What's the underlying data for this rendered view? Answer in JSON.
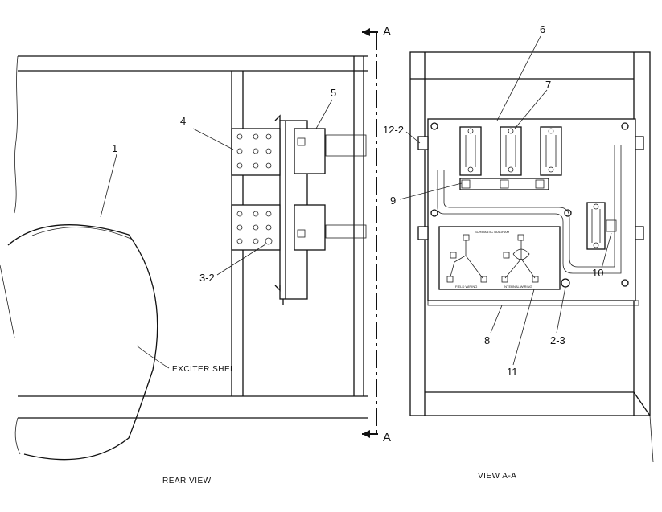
{
  "labels": {
    "section_top": "A",
    "section_bottom": "A",
    "rear_view": "REAR VIEW",
    "view_aa": "VIEW A-A",
    "exciter_shell": "EXCITER SHELL",
    "item_1": "1",
    "item_4": "4",
    "item_5": "5",
    "item_3_2": "3-2",
    "item_6": "6",
    "item_7": "7",
    "item_12_2": "12-2",
    "item_9": "9",
    "item_10": "10",
    "item_8": "8",
    "item_2_3": "2-3",
    "item_11": "11"
  }
}
